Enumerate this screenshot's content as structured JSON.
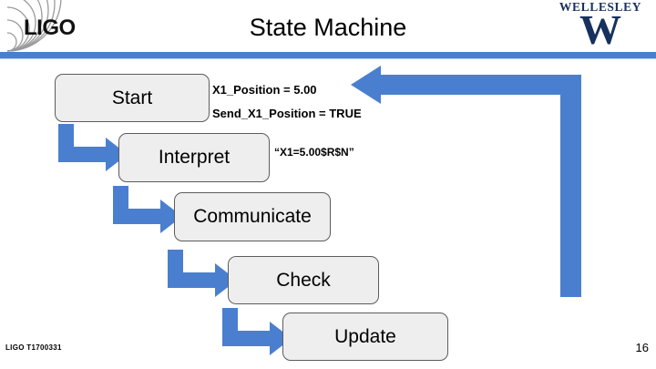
{
  "slide": {
    "title": "State Machine",
    "accent_blue": "#4a7fd0",
    "box_fill": "#eeeeee",
    "box_border": "#5c5c5c"
  },
  "logos": {
    "ligo": {
      "wordmark": "LIGO",
      "icon": "ligo-arcs-logo"
    },
    "wellesley": {
      "wordmark": "WELLESLEY",
      "monogram": "W",
      "color": "#16315c"
    }
  },
  "states": [
    {
      "label": "Start",
      "name": "state-box-start"
    },
    {
      "label": "Interpret",
      "name": "state-box-interpret"
    },
    {
      "label": "Communicate",
      "name": "state-box-communicate"
    },
    {
      "label": "Check",
      "name": "state-box-check"
    },
    {
      "label": "Update",
      "name": "state-box-update"
    }
  ],
  "annotations": {
    "start_line1": "X1_Position = 5.00",
    "start_line2": "Send_X1_Position = TRUE",
    "interpret_line1": "“X1=5.00$R$N”"
  },
  "footer": {
    "document_number": "LIGO T1700331",
    "page_number": "16"
  }
}
